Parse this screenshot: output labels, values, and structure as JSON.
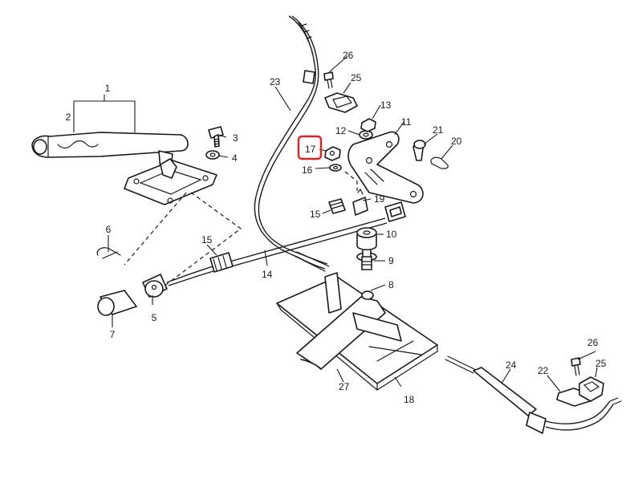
{
  "callouts": {
    "c1": "1",
    "c2": "2",
    "c3": "3",
    "c4": "4",
    "c5": "5",
    "c6": "6",
    "c7": "7",
    "c8": "8",
    "c9": "9",
    "c10": "10",
    "c11": "11",
    "c12": "12",
    "c13": "13",
    "c14": "14",
    "c15a": "15",
    "c15b": "15",
    "c16": "16",
    "c17": "17",
    "c18": "18",
    "c19": "19",
    "c20": "20",
    "c21": "21",
    "c22": "22",
    "c23": "23",
    "c24": "24",
    "c25a": "25",
    "c25b": "25",
    "c26a": "26",
    "c26b": "26",
    "c27": "27"
  },
  "highlight": {
    "color": "#e0202a",
    "part": "17"
  }
}
